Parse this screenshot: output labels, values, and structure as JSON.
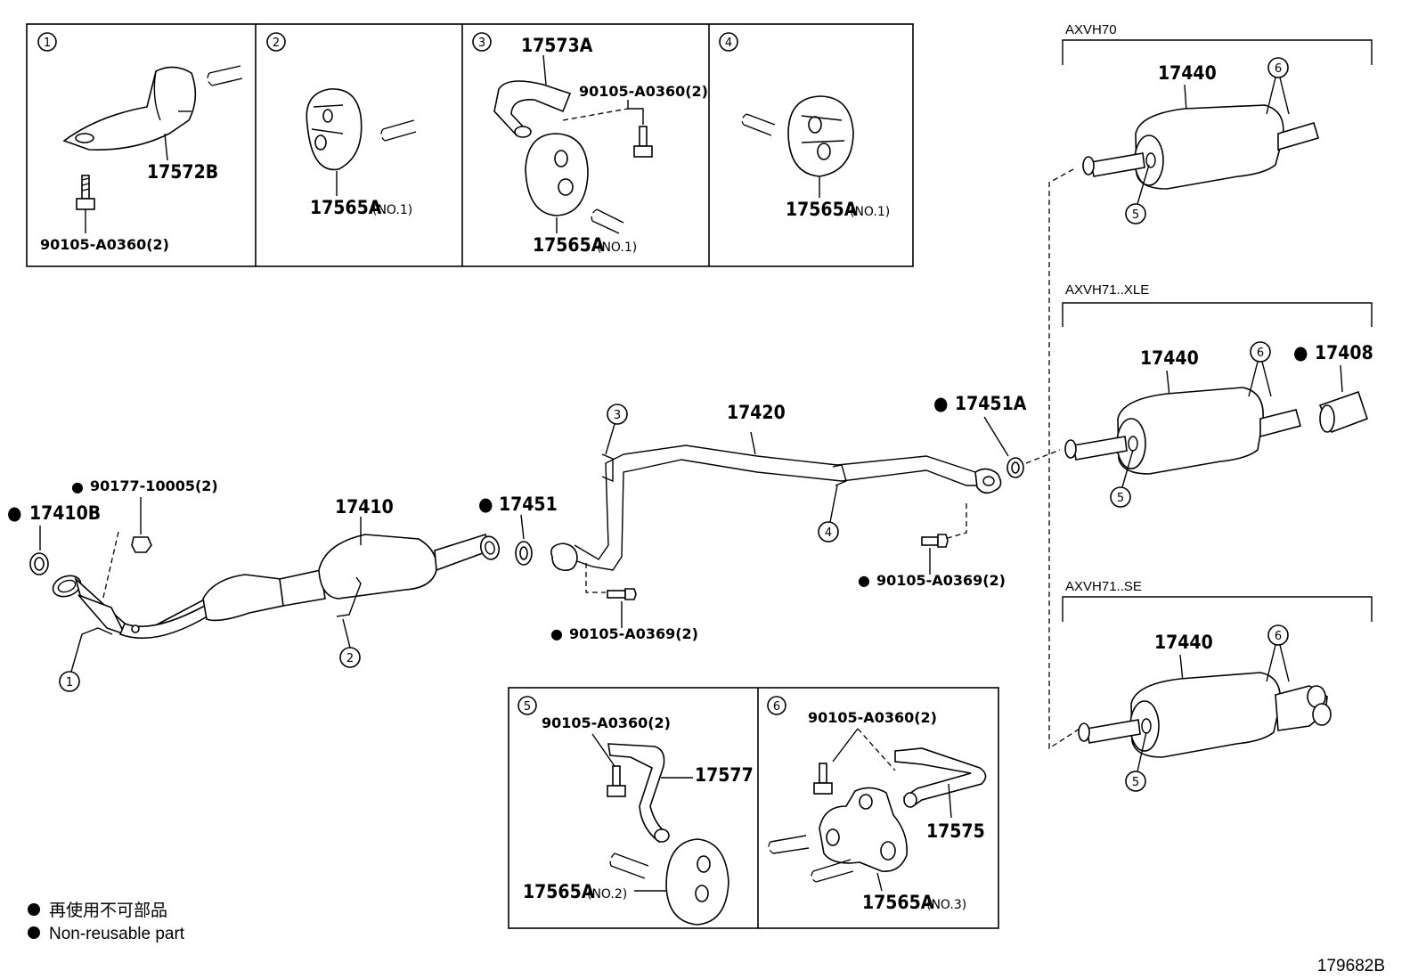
{
  "insets_top": [
    {
      "num": "1",
      "parts": [
        "17572B",
        "90105-A0360(2)"
      ]
    },
    {
      "num": "2",
      "parts": [
        "17565A"
      ],
      "note": "(NO.1)"
    },
    {
      "num": "3",
      "parts": [
        "17573A",
        "90105-A0360(2)",
        "17565A"
      ],
      "note": "(NO.1)"
    },
    {
      "num": "4",
      "parts": [
        "17565A"
      ],
      "note": "(NO.1)"
    }
  ],
  "insets_bottom": [
    {
      "num": "5",
      "parts": [
        "90105-A0360(2)",
        "17577",
        "17565A"
      ],
      "note": "(NO.2)"
    },
    {
      "num": "6",
      "parts": [
        "90105-A0360(2)",
        "17575",
        "17565A"
      ],
      "note": "(NO.3)"
    }
  ],
  "main": {
    "front_pipe": "17410",
    "gasket_front": "17410B",
    "nut": "90177-10005(2)",
    "gasket_mid": "17451",
    "center_pipe": "17420",
    "gasket_rear": "17451A",
    "bolt_a": "90105-A0369(2)",
    "bolt_b": "90105-A0369(2)",
    "callouts": [
      "1",
      "2",
      "3",
      "4"
    ]
  },
  "variants": [
    {
      "label": "AXVH70",
      "muffler": "17440",
      "c6": "6",
      "c5": "5"
    },
    {
      "label": "AXVH71..XLE",
      "muffler": "17440",
      "tip": "17408",
      "c6": "6",
      "c5": "5"
    },
    {
      "label": "AXVH71..SE",
      "muffler": "17440",
      "c6": "6",
      "c5": "5"
    }
  ],
  "legend": {
    "jp": "再使用不可部品",
    "en": "Non-reusable part"
  },
  "figure_id": "179682B"
}
